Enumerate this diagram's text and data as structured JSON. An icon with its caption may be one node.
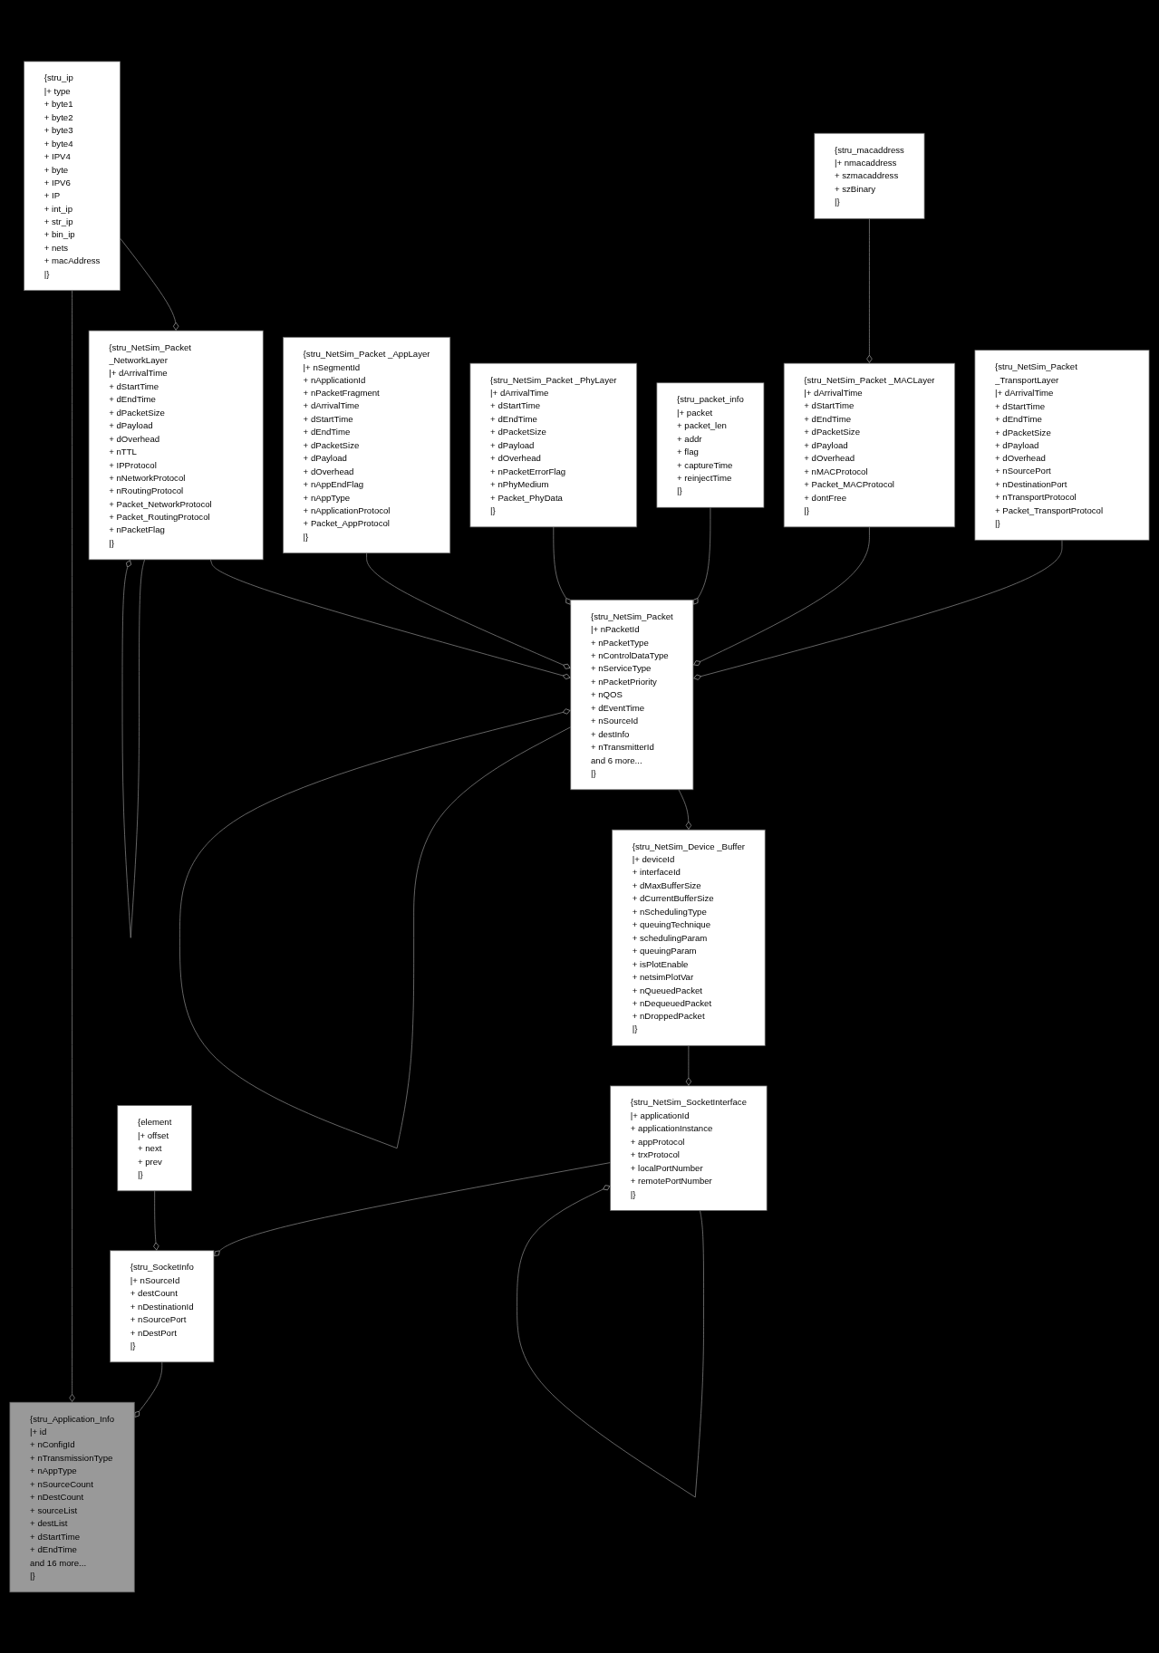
{
  "diagram": {
    "nodes": [
      {
        "text": [
          "{stru_ip",
          "|+ type",
          "+ byte1",
          "+ byte2",
          "+ byte3",
          "+ byte4",
          "+ IPV4",
          "+ byte",
          "+ IPV6",
          "+ IP",
          "+ int_ip",
          "+ str_ip",
          "+ bin_ip",
          "+ nets",
          "+ macAddress",
          "|}"
        ]
      },
      {
        "text": [
          "{stru_macaddress",
          "|+ nmacaddress",
          "+ szmacaddress",
          "+ szBinary",
          "|}"
        ]
      },
      {
        "text": [
          "{stru_NetSim_Packet _TransportLayer",
          "|+ dArrivalTime",
          "+ dStartTime",
          "+ dEndTime",
          "+ dPacketSize",
          "+ dPayload",
          "+ dOverhead",
          "+ nSourcePort",
          "+ nDestinationPort",
          "+ nTransportProtocol",
          "+ Packet_TransportProtocol",
          "|}"
        ]
      },
      {
        "text": [
          "{stru_NetSim_Packet _MACLayer",
          "|+ dArrivalTime",
          "+ dStartTime",
          "+ dEndTime",
          "+ dPacketSize",
          "+ dPayload",
          "+ dOverhead",
          "+ nMACProtocol",
          "+ Packet_MACProtocol",
          "+ dontFree",
          "|}"
        ]
      },
      {
        "text": [
          "{stru_packet_info",
          "|+ packet",
          "+ packet_len",
          "+ addr",
          "+ flag",
          "+ captureTime",
          "+ reinjectTime",
          "|}"
        ]
      },
      {
        "text": [
          "{stru_NetSim_Packet _PhyLayer",
          "|+ dArrivalTime",
          "+ dStartTime",
          "+ dEndTime",
          "+ dPacketSize",
          "+ dPayload",
          "+ dOverhead",
          "+ nPacketErrorFlag",
          "+ nPhyMedium",
          "+ Packet_PhyData",
          "|}"
        ]
      },
      {
        "text": [
          "{stru_NetSim_Packet _AppLayer",
          "|+ nSegmentId",
          "+ nApplicationId",
          "+ nPacketFragment",
          "+ dArrivalTime",
          "+ dStartTime",
          "+ dEndTime",
          "+ dPacketSize",
          "+ dPayload",
          "+ dOverhead",
          "+ nAppEndFlag",
          "+ nAppType",
          "+ nApplicationProtocol",
          "+ Packet_AppProtocol",
          "|}"
        ]
      },
      {
        "text": [
          "{stru_NetSim_Packet _NetworkLayer",
          "|+ dArrivalTime",
          "+ dStartTime",
          "+ dEndTime",
          "+ dPacketSize",
          "+ dPayload",
          "+ dOverhead",
          "+ nTTL",
          "+ IPProtocol",
          "+ nNetworkProtocol",
          "+ nRoutingProtocol",
          "+ Packet_NetworkProtocol",
          "+ Packet_RoutingProtocol",
          "+ nPacketFlag",
          "|}"
        ]
      },
      {
        "text": [
          "{stru_NetSim_Packet",
          "|+ nPacketId",
          "+ nPacketType",
          "+ nControlDataType",
          "+ nServiceType",
          "+ nPacketPriority",
          "+ nQOS",
          "+ dEventTime",
          "+ nSourceId",
          "+ destInfo",
          "+ nTransmitterId",
          "and 6 more...",
          "|}"
        ]
      },
      {
        "text": [
          "{stru_NetSim_Device _Buffer",
          "|+ deviceId",
          "+ interfaceId",
          "+ dMaxBufferSize",
          "+ dCurrentBufferSize",
          "+ nSchedulingType",
          "+ queuingTechnique",
          "+ schedulingParam",
          "+ queuingParam",
          "+ isPlotEnable",
          "+ netsimPlotVar",
          "+ nQueuedPacket",
          "+ nDequeuedPacket",
          "+ nDroppedPacket",
          "|}"
        ]
      },
      {
        "text": [
          "{stru_NetSim_SocketInterface",
          "|+ applicationId",
          "+ applicationInstance",
          "+ appProtocol",
          "+ trxProtocol",
          "+ localPortNumber",
          "+ remotePortNumber",
          "|}"
        ]
      },
      {
        "text": [
          "{element",
          "|+ offset",
          "+ next",
          "+ prev",
          "|}"
        ]
      },
      {
        "text": [
          "{stru_SocketInfo",
          "|+ nSourceId",
          "+ destCount",
          "+ nDestinationId",
          "+ nSourcePort",
          "+ nDestPort",
          "|}"
        ]
      },
      {
        "text": [
          "{stru_Application_Info",
          "|+ id",
          "+ nConfigId",
          "+ nTransmissionType",
          "+ nAppType",
          "+ nSourceCount",
          "+ nDestCount",
          "+ sourceList",
          "+ destList",
          "+ dStartTime",
          "+ dEndTime",
          "and 16 more...",
          "|}"
        ]
      }
    ],
    "edges": [
      {
        "from": 1,
        "to": 3,
        "arrow": "other"
      },
      {
        "from": 0,
        "to": 7,
        "arrow": "other"
      },
      {
        "from": 7,
        "to": 7,
        "arrow": "other"
      },
      {
        "from": 2,
        "to": 8,
        "arrow": "other"
      },
      {
        "from": 3,
        "to": 8,
        "arrow": "other"
      },
      {
        "from": 4,
        "to": 8,
        "arrow": "other"
      },
      {
        "from": 5,
        "to": 8,
        "arrow": "other"
      },
      {
        "from": 6,
        "to": 8,
        "arrow": "other"
      },
      {
        "from": 7,
        "to": 8,
        "arrow": "other"
      },
      {
        "from": 8,
        "to": 8,
        "arrow": "other"
      },
      {
        "from": 8,
        "to": 9,
        "arrow": "other"
      },
      {
        "from": 9,
        "to": 10,
        "arrow": "other"
      },
      {
        "from": 10,
        "to": 10,
        "arrow": "other"
      },
      {
        "from": 10,
        "to": 12,
        "arrow": "other"
      },
      {
        "from": 11,
        "to": 12,
        "arrow": "other"
      },
      {
        "from": 12,
        "to": 13,
        "arrow": "other"
      },
      {
        "from": 0,
        "to": 13,
        "arrow": "other"
      }
    ]
  }
}
